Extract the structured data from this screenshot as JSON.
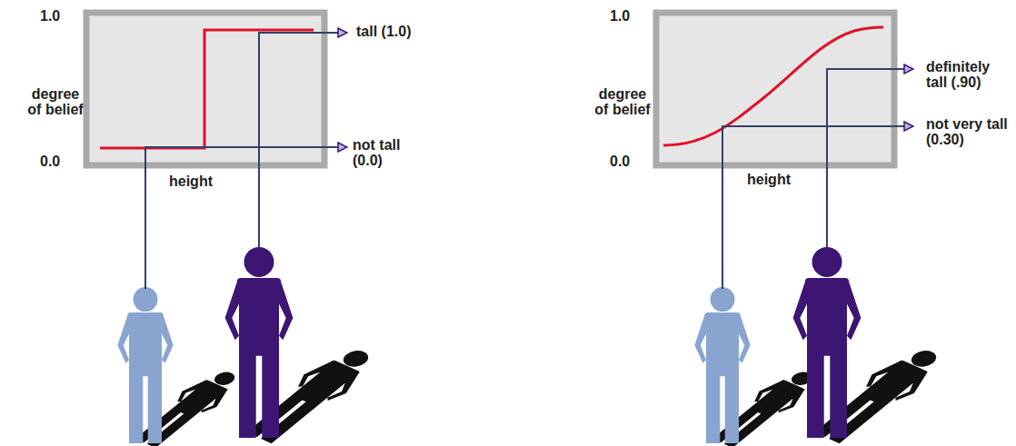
{
  "diagram": {
    "labels": [
      "1.0",
      "degree of belief",
      "0.0",
      "height",
      "tall (1.0)",
      "not tall (0.0)",
      "1.0",
      "degree of belief",
      "0.0",
      "height",
      "definitely tall (.90)",
      "not very tall (0.30)"
    ]
  }
}
